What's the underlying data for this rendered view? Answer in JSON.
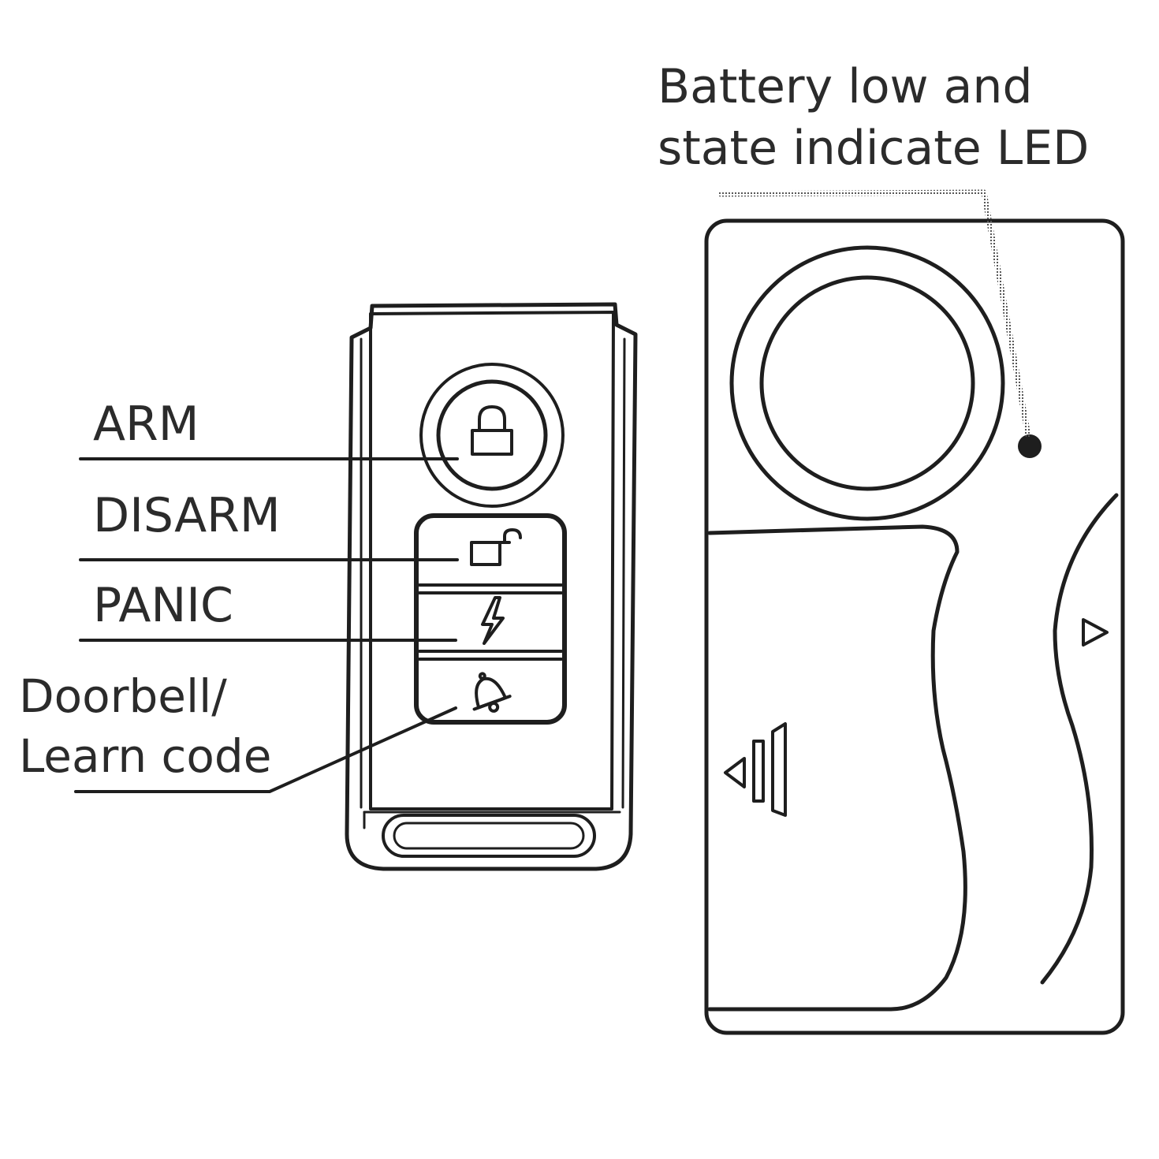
{
  "labels": {
    "arm": "ARM",
    "disarm": "DISARM",
    "panic": "PANIC",
    "doorbell_line1": "Doorbell/",
    "doorbell_line2": "Learn code",
    "led_line1": "Battery low and",
    "led_line2": "state indicate LED"
  },
  "icons": {
    "arm_button": "lock-closed-icon",
    "disarm_button": "lock-open-icon",
    "panic_button": "lightning-icon",
    "doorbell_button": "bell-icon",
    "alarm_slide_arrow": "triangle-left-icon",
    "alarm_side_arrow": "triangle-right-icon"
  },
  "colors": {
    "line": "#1e1e1e",
    "text": "#2b2b2b",
    "background": "#ffffff"
  }
}
